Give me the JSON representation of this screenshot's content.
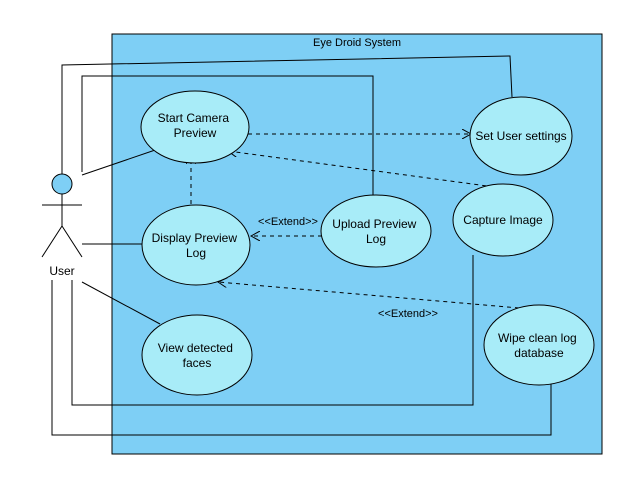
{
  "system": {
    "title": "Eye Droid System",
    "fill_color": "#7ecff5",
    "use_case_color": "#a8ecf8"
  },
  "actor": {
    "name": "User",
    "head_color": "#7ecff5"
  },
  "use_cases": {
    "start_camera_preview": [
      "Start Camera",
      "Preview"
    ],
    "set_user_settings": [
      "Set User settings"
    ],
    "capture_image": [
      "Capture Image"
    ],
    "display_preview_log": [
      "Display Preview",
      "Log"
    ],
    "upload_preview_log": [
      "Upload Preview",
      "Log"
    ],
    "view_detected_faces": [
      "View detected",
      "faces"
    ],
    "wipe_clean_log_database": [
      "Wipe clean log",
      "database"
    ]
  },
  "relationship_labels": {
    "extend_upload": "<<Extend>>",
    "extend_wipe": "<<Extend>>"
  }
}
